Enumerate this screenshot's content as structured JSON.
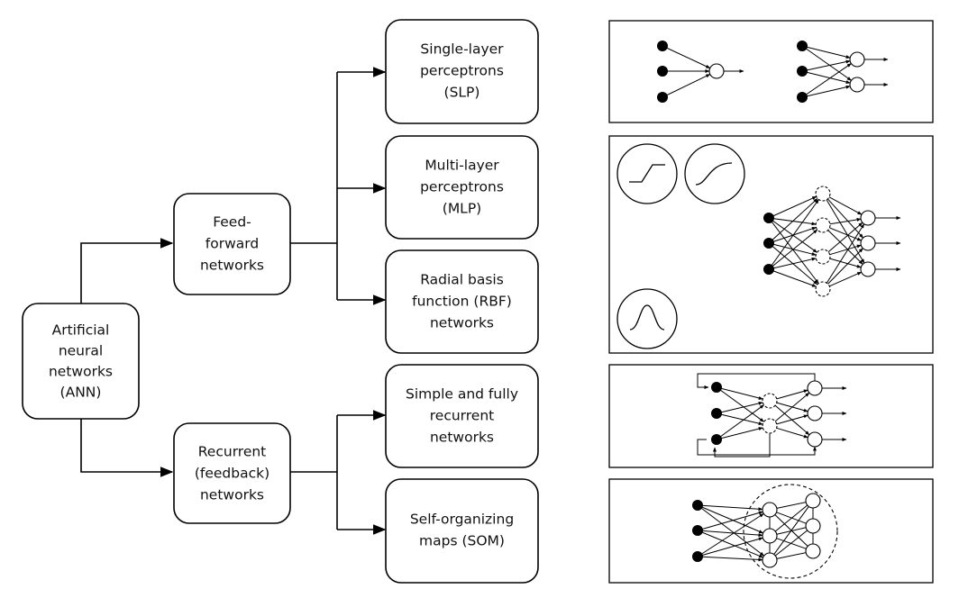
{
  "nodes": {
    "ann": {
      "lines": [
        "Artificial",
        "neural",
        "networks",
        "(ANN)"
      ]
    },
    "ff": {
      "lines": [
        "Feed-",
        "forward",
        "networks"
      ]
    },
    "rec": {
      "lines": [
        "Recurrent",
        "(feedback)",
        "networks"
      ]
    },
    "slp": {
      "lines": [
        "Single-layer",
        "perceptrons",
        "(SLP)"
      ]
    },
    "mlp": {
      "lines": [
        "Multi-layer",
        "perceptrons",
        "(MLP)"
      ]
    },
    "rbf": {
      "lines": [
        "Radial basis",
        "function (RBF)",
        "networks"
      ]
    },
    "simple": {
      "lines": [
        "Simple and fully",
        "recurrent",
        "networks"
      ]
    },
    "som": {
      "lines": [
        "Self-organizing",
        "maps (SOM)"
      ]
    }
  },
  "colors": {
    "line": "#000000",
    "input_node": "#000000",
    "node_fill": "#ffffff"
  }
}
